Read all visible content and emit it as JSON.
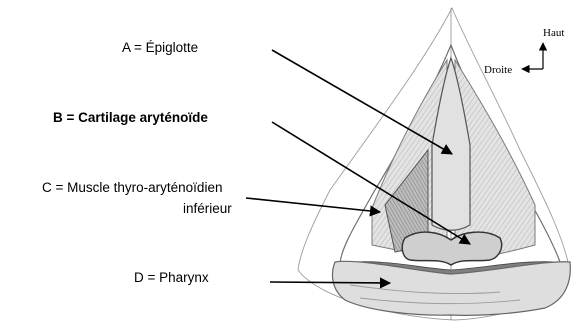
{
  "labels": {
    "a": "A = Épiglotte",
    "b": "B = Cartilage aryténoïde",
    "c_line1": "C = Muscle thyro-aryténoïdien",
    "c_line2": "inférieur",
    "d": "D = Pharynx"
  },
  "orientation": {
    "up": "Haut",
    "right": "Droite"
  },
  "colors": {
    "line": "#000000",
    "sketch": "#6f6f6f",
    "shading": "#d9d9d9"
  }
}
